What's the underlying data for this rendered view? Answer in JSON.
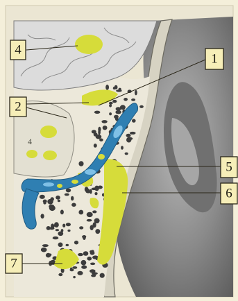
{
  "diagram": {
    "labels": [
      {
        "id": "label-1",
        "text": "1"
      },
      {
        "id": "label-2",
        "text": "2"
      },
      {
        "id": "label-4",
        "text": "4"
      },
      {
        "id": "label-5",
        "text": "5"
      },
      {
        "id": "label-6",
        "text": "6"
      },
      {
        "id": "label-7",
        "text": "7"
      }
    ],
    "inner_label": "4"
  },
  "colors": {
    "background": "#f4efda",
    "bone": "#d9d5c8",
    "ear": "#8d8d8d",
    "vessel": "#2f7fb2",
    "yellow": "#d6dc3a"
  }
}
